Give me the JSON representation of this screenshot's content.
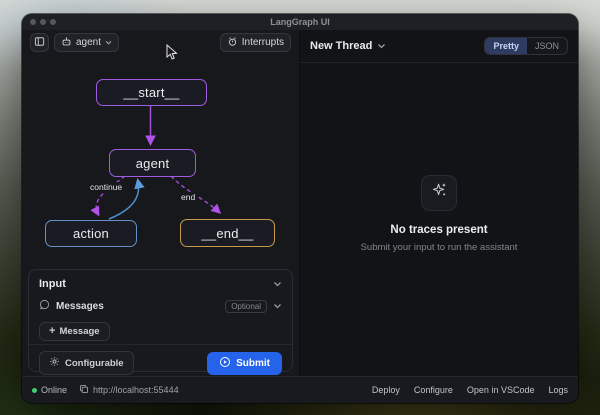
{
  "window": {
    "title": "LangGraph UI"
  },
  "toolbar": {
    "assistant_label": "agent",
    "interrupts_label": "Interrupts"
  },
  "graph": {
    "nodes": [
      {
        "id": "start",
        "label": "__start__"
      },
      {
        "id": "agent",
        "label": "agent"
      },
      {
        "id": "action",
        "label": "action"
      },
      {
        "id": "end",
        "label": "__end__"
      }
    ],
    "edge_labels": {
      "continue": "continue",
      "end": "end"
    }
  },
  "input_panel": {
    "title": "Input",
    "messages_label": "Messages",
    "optional_badge": "Optional",
    "add_message_label": "Message",
    "configurable_label": "Configurable",
    "submit_label": "Submit"
  },
  "thread_panel": {
    "title": "New Thread",
    "view_toggle": [
      "Pretty",
      "JSON"
    ],
    "empty_title": "No traces present",
    "empty_subtitle": "Submit your input to run the assistant"
  },
  "status_bar": {
    "online_label": "Online",
    "url": "http://localhost:55444",
    "links": [
      "Deploy",
      "Configure",
      "Open in VSCode",
      "Logs"
    ]
  },
  "icons": {
    "plus": "+"
  },
  "colors": {
    "node_purple": "#a05ce0",
    "node_blue": "#6591c8",
    "node_amber": "#c39b4a",
    "edge_purple": "#a455e8",
    "edge_blue": "#4e8fd0",
    "submit_blue": "#2563eb",
    "online_green": "#3fd06e",
    "pretty_selected_bg": "#2f3b60"
  }
}
